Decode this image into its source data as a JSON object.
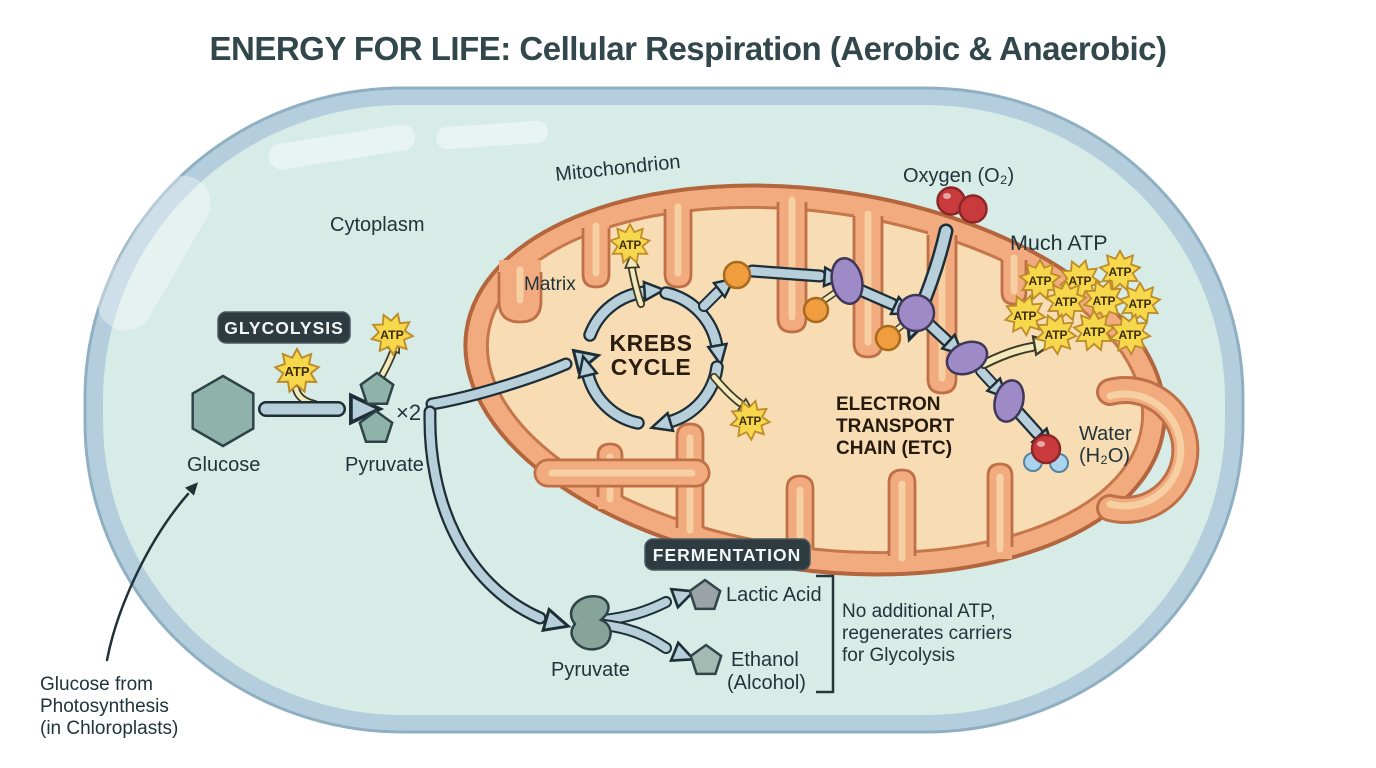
{
  "title": "ENERGY FOR LIFE: Cellular Respiration (Aerobic & Anaerobic)",
  "labels": {
    "atp": "ATP",
    "cytoplasm": "Cytoplasm",
    "mitochondrion": "Mitochondrion",
    "matrix": "Matrix",
    "glycolysis_badge": "GLYCOLYSIS",
    "glucose": "Glucose",
    "pyruvate": "Pyruvate",
    "pyruvate_count": "×2",
    "krebs_line1": "KREBS",
    "krebs_line2": "CYCLE",
    "etc_line1": "ELECTRON",
    "etc_line2": "TRANSPORT",
    "etc_line3": "CHAIN (ETC)",
    "oxygen": "Oxygen (O₂)",
    "much_atp": "Much ATP",
    "water_line1": "Water",
    "water_line2": "(H₂O)",
    "fermentation_badge": "FERMENTATION",
    "fermentation_pyruvate": "Pyruvate",
    "lactic_acid": "Lactic Acid",
    "ethanol_line1": "Ethanol",
    "ethanol_line2": "(Alcohol)",
    "fermentation_note_line1": "No additional ATP,",
    "fermentation_note_line2": "regenerates carriers",
    "fermentation_note_line3": "for Glycolysis",
    "glucose_source_line1": "Glucose from",
    "glucose_source_line2": "Photosynthesis",
    "glucose_source_line3": "(in Chloroplasts)"
  },
  "colors": {
    "cell_membrane": "#b5cedd",
    "cell_interior": "#d8ece7",
    "mitochondrion_outer": "#f2ab7e",
    "mitochondrion_matrix": "#f8ddb4",
    "atp_yellow": "#f7d84d",
    "arrow_blue": "#b7cfdb",
    "arrow_cream": "#f2eabc",
    "badge_dark": "#2e3c41",
    "molecule_teal": "#8fb3ab",
    "carrier_orange": "#f09d3f",
    "complex_purple": "#9d8ac7",
    "oxygen_red": "#c93a3c",
    "water_blue": "#a9d3ee",
    "title_color": "#32474b"
  }
}
